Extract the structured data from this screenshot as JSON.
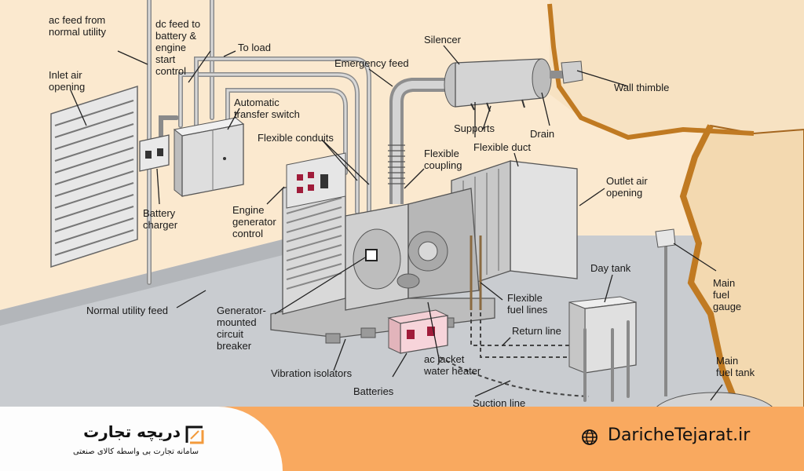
{
  "diagram": {
    "labels": {
      "ac_feed": [
        "ac feed from",
        "normal utility"
      ],
      "dc_feed": [
        "dc feed to",
        "battery &",
        "engine",
        "start",
        "control"
      ],
      "to_load": [
        "To load"
      ],
      "emergency_feed": [
        "Emergency feed"
      ],
      "silencer": [
        "Silencer"
      ],
      "inlet_air": [
        "Inlet air",
        "opening"
      ],
      "ats": [
        "Automatic",
        "transfer switch"
      ],
      "flexible_conduits": [
        "Flexible conduits"
      ],
      "flexible_coupling": [
        "Flexible",
        "coupling"
      ],
      "flexible_duct": [
        "Flexible duct"
      ],
      "supports": [
        "Supports"
      ],
      "drain": [
        "Drain"
      ],
      "wall_thimble": [
        "Wall thimble"
      ],
      "battery_charger": [
        "Battery",
        "charger"
      ],
      "engine_control": [
        "Engine",
        "generator",
        "control"
      ],
      "outlet_air": [
        "Outlet air",
        "opening"
      ],
      "day_tank": [
        "Day tank"
      ],
      "main_fuel_gauge": [
        "Main",
        "fuel",
        "gauge"
      ],
      "normal_utility_feed": [
        "Normal utility feed"
      ],
      "gen_breaker": [
        "Generator-",
        "mounted",
        "circuit",
        "breaker"
      ],
      "flexible_fuel_lines": [
        "Flexible",
        "fuel lines"
      ],
      "return_line": [
        "Return line"
      ],
      "ac_jacket": [
        "ac jacket",
        "water heater"
      ],
      "vibration_isolators": [
        "Vibration isolators"
      ],
      "batteries": [
        "Batteries"
      ],
      "suction_line": [
        "Suction line"
      ],
      "main_fuel_tank": [
        "Main",
        "fuel tank"
      ]
    }
  },
  "footer": {
    "brand_name": "دریچه تجارت",
    "brand_tagline": "سامانه تجارت بی واسطه کالای صنعتی",
    "website": "DaricheTejarat.ir"
  }
}
